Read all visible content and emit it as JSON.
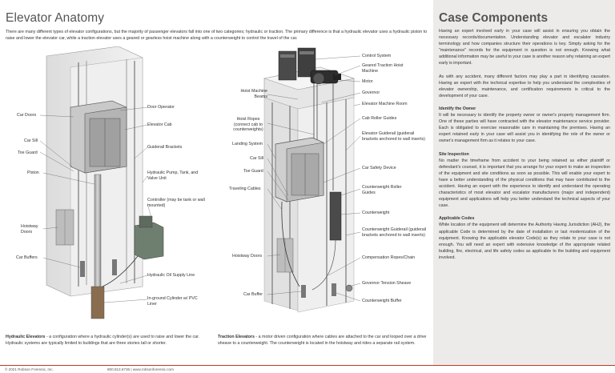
{
  "left": {
    "title": "Elevator Anatomy",
    "intro": "There are many different types of elevator configurations, but the majority of passenger elevators fall into one of two categories; hydraulic or traction. The primary difference is that a hydraulic elevator uses a hydraulic piston to raise and lower the elevator car, while a traction elevator uses a geared or gearless hoist machine along with a counterweight to control the travel of the car.",
    "hydraulic_labels": {
      "car_doors": "Car Doors",
      "door_operator": "Door Operator",
      "elevator_cab": "Elevator Cab",
      "car_sill": "Car Sill",
      "toe_guard": "Toe Guard",
      "guiderail_brackets": "Guiderail Brackets",
      "piston": "Piston",
      "pump_tank": "Hydraulic Pump, Tank, and Valve Unit",
      "controller": "Controller (may be tank or wall mounted)",
      "hoistway_doors": "Hoistway Doors",
      "car_buffers": "Car Buffers",
      "oil_supply": "Hydraulic Oil Supply Line",
      "inground_cylinder": "In-ground Cylinder w/ PVC Liner"
    },
    "traction_labels": {
      "control_system": "Control System",
      "geared_hoist": "Geared Traction Hoist Machine",
      "motor": "Motor",
      "hoist_beams": "Hoist Machine Beams",
      "governor": "Governor",
      "machine_room": "Elevator Machine Room",
      "hoist_ropes": "Hoist Ropes (connect cab to counterweights)",
      "cab_roller_guides": "Cab Roller Guides",
      "landing_system": "Landing System",
      "elevator_guiderail": "Elevator Guiderail (guiderail brackets anchored to wall inserts)",
      "car_sill": "Car Sill",
      "toe_guard": "Toe Guard",
      "car_safety_device": "Car Safety Device",
      "traveling_cables": "Traveling Cables",
      "cw_roller_guides": "Counterweight Roller Guides",
      "counterweight": "Counterweight",
      "cw_guiderail": "Counterweight Guiderail (guiderail brackets anchored to wall inserts)",
      "hoistway_doors": "Hoistway Doors",
      "comp_ropes": "Compensation Ropes/Chain",
      "governor_sheave": "Governor Tension Sheave",
      "car_buffer": "Car Buffer",
      "cw_buffer": "Counterweight Buffer"
    },
    "caption_hydraulic_title": "Hydraulic Elevators",
    "caption_hydraulic": " - a configuration where a hydraulic cylinder(s) are used to raise and lower the car. Hydraulic systems are typically limited to buildings that are three stories tall or shorter.",
    "caption_traction_title": "Traction Elevators",
    "caption_traction": " - a motor driven configuration where cables are attached to the car and looped over a drive sheave to a counterweight. The counterweight is located in the hoistway and rides a separate rail system."
  },
  "right": {
    "title": "Case Components",
    "p1": "Having an expert involved early in your case will assist in ensuring you obtain the necessary records/documentation. Understanding elevator and escalator industry terminology and how companies structure their operations is key. Simply asking for the \"maintenance\" records for the equipment in question is not enough. Knowing what additional information may be useful to your case is another reason why retaining an expert early is important.",
    "p2": "As with any accident, many different factors may play a part in identifying causation. Having an expert with the technical expertise to help you understand the complexities of elevator ownership, maintenance, and certification requirements is critical to the development of your case.",
    "h3": "Identify the Owner",
    "p3": "It will be necessary to identify the property owner or owner's property management firm. One of these parties will have contracted with the elevator maintenance service provider. Each is obligated to exercise reasonable care in maintaining the premises. Having an expert retained early in your case will assist you in identifying the role of the owner or owner's management firm as it relates to your case.",
    "h4": "Site Inspection",
    "p4": "No matter the timeframe from accident to your being retained as either plaintiff or defendant's counsel, it is important that you arrange for your expert to make an inspection of the equipment and site conditions as soon as possible. This will enable your expert to have a better understanding of the physical conditions that may have contributed to the accident. Having an expert with the experience to identify and understand the operating characteristics of most elevator and escalator manufacturers (major and independent) equipment and applications will help you better understand the technical aspects of your case.",
    "h5": "Applicable Codes",
    "p5": "While location of the equipment will determine the Authority Having Jurisdiction (AHJ), the applicable Code is determined by the date of installation or last modernization of the equipment. Knowing the applicable elevator Code(s) as they relate to your case is not enough. You will need an expert with extensive knowledge of the appropriate related building, fire, electrical, and life safety codes as applicable to the building and equipment involved."
  },
  "footer": {
    "copyright": "© 2021 Robson Forensic, Inc.",
    "contact": "800.813.6736 | www.robsonforensic.com"
  },
  "colors": {
    "accent": "#c0392b",
    "panel": "#ecebea"
  }
}
